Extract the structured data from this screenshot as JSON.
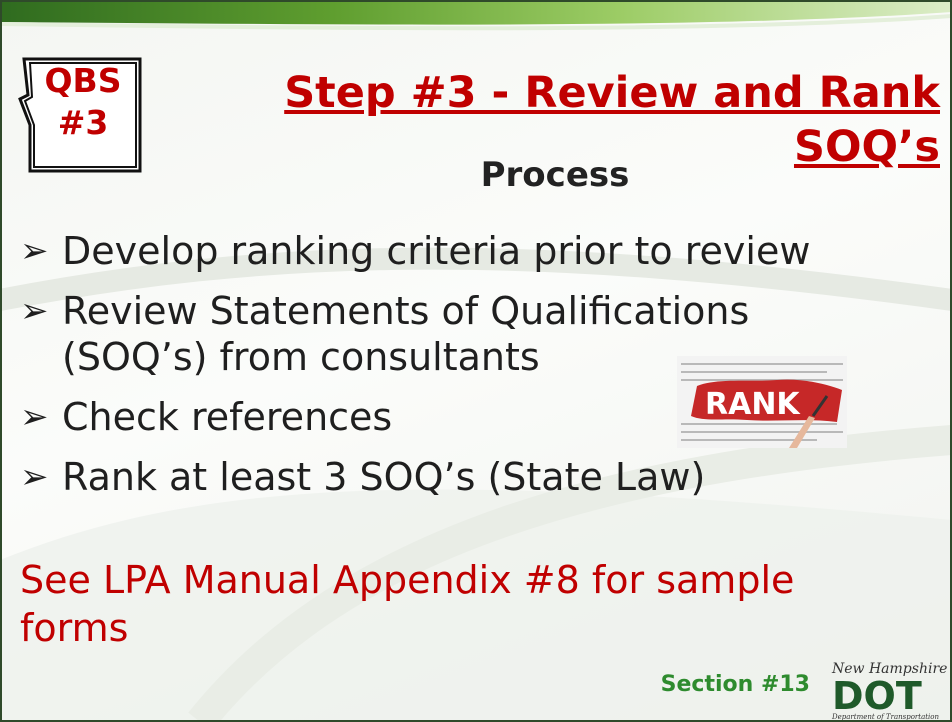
{
  "badge": {
    "line1": "QBS",
    "line2": "#3"
  },
  "title": {
    "line1": "Step #3 - Review and Rank",
    "line2": "SOQ’s"
  },
  "subtitle": "Process",
  "bullets": [
    {
      "text": "Develop ranking criteria prior to review"
    },
    {
      "text": "Review Statements of Qualifications"
    },
    {
      "text": "(SOQ’s) from consultants"
    },
    {
      "text": "Check references"
    },
    {
      "text": "Rank at least 3 SOQ’s (State Law)"
    }
  ],
  "bullet_symbol": "➢",
  "note": {
    "line1": "See LPA Manual Appendix #8 for sample",
    "line2": "forms"
  },
  "rank_image": {
    "word": "RANK"
  },
  "footer": {
    "section_label": "Section #13"
  },
  "logo": {
    "script_text": "New Hampshire",
    "letters": "DOT",
    "caption": "Department of Transportation"
  },
  "colors": {
    "accent_red": "#c00000",
    "brand_green": "#2e8b2e",
    "band_green": "#7cb342",
    "frame_dark": "#2f4a2a"
  }
}
